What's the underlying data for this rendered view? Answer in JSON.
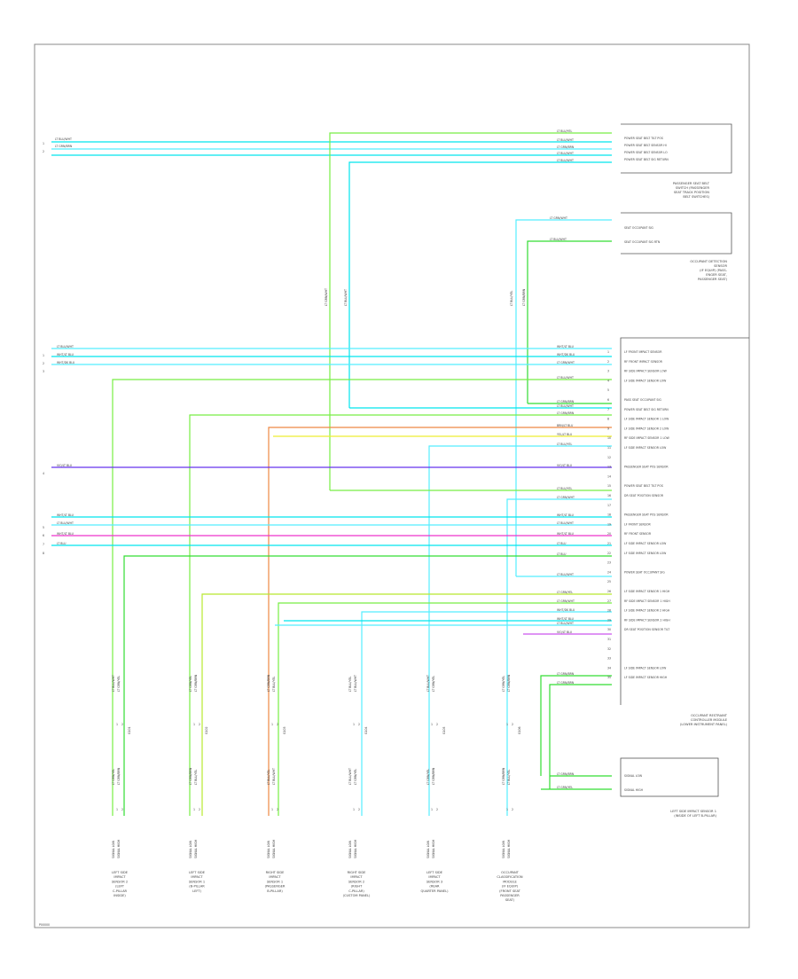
{
  "diagram": {
    "footer_code": "P00000",
    "wire_colors": {
      "cyan": "#00e5ee",
      "lt_cyan": "#55eeff",
      "green": "#33dd33",
      "lt_green": "#77ee44",
      "yellow_green": "#b8e82e",
      "purple": "#6633ee",
      "magenta": "#ee33cc",
      "orange": "#ee8844",
      "yellow": "#eeee33",
      "violet": "#cc55ee",
      "outline": "#555555"
    },
    "right_components": [
      {
        "name": "PASSENGER SEAT BELT\nSWITCH (PASSENGER\nSEAT TRACK POSITION\nBELT SWITCHES)",
        "pins": [
          "POWER SEAT BELT TILT POS",
          "POWER SEAT BELT SENSOR HI",
          "POWER SEAT BELT SENSOR LO",
          "POWER SEAT BELT SIG RETURN"
        ]
      },
      {
        "name": "OCCUPANT DETECTION\nSENSOR\n(IF EQUIP)  (PASS-\nENGER SEAT,\nPASSENGER SEAT)",
        "pins": [
          "SEAT OCCUPANT SIG",
          "SEAT OCCUPANT SIG RTN"
        ]
      },
      {
        "name": "OCCUPANT RESTRAINT\nCONTROLLER MODULE\n(LOWER INSTRUMENT PANEL)",
        "pins": [
          "LF FRONT IMPACT SENSOR",
          "RF FRONT IMPACT SENSOR",
          "RF SIDE IMPACT SENSOR LOW",
          "LF SIDE IMPACT SENSOR LOW",
          "",
          "PASS SEAT OCCUPANT SIG",
          "POWER SEAT BELT SIG RETURN",
          "LF SIDE IMPACT SENSOR 1 LOW",
          "LF SIDE IMPACT SENSOR 2 LOW",
          "RF SIDE IMPACT SENSOR 1 LOW",
          "LF SIDE IMPACT SENSOR LOW",
          "",
          "PASSENGER SEAT POS SENSOR",
          "",
          "POWER SEAT BELT TILT POS",
          "DR SEAT POSITION SENSOR",
          "",
          "PASSENGER SEAT POS SENSOR",
          "LF FRONT SENSOR",
          "RF FRONT SENSOR",
          "LF SIDE IMPACT SENSOR LOW",
          "LF SIDE IMPACT SENSOR LOW",
          "",
          "POWER SEAT OCCUPANT SIG",
          "",
          "LF SIDE IMPACT SENSOR 1 HIGH",
          "RF SIDE IMPACT SENSOR 1 HIGH",
          "LF SIDE IMPACT SENSOR 2 HIGH",
          "RF SIDE IMPACT SENSOR 2 HIGH",
          "DR SEAT POSITION SENSOR TILT",
          "",
          "",
          "",
          "LF SIDE IMPACT SENSOR LOW",
          "LF SIDE IMPACT SENSOR HIGH"
        ]
      },
      {
        "name": "LEFT SIDE IMPACT SENSOR 1\n(INSIDE OF LEFT B-PILLAR)",
        "pins": [
          "SIGNAL LOW",
          "SIGNAL HIGH"
        ]
      }
    ],
    "left_wire_labels": [
      "LT BLU/WHT",
      "LT GRN/BRN",
      "LT BLU/WHT",
      "WHT/LT BLU",
      "WHT/DK BLU",
      "VIO/LT BLU",
      "WHT/LT BLU",
      "LT BLU/WHT",
      "WHT/LT BLU",
      "LT BLU"
    ],
    "right_wire_labels": [
      "LT BLU/YEL",
      "LT BLU/WHT",
      "LT GRN/BRN",
      "LT BLU/WHT",
      "LT BLU/WHT",
      "LT GRN/WHT",
      "LT BLU/WHT",
      "WHT/LT BLU",
      "WHT/DK BLU",
      "LT GRN/WHT",
      "LT BLU/WHT",
      "LT GRN/BRN",
      "LT BLU/WHT",
      "LT GRN/BRN",
      "BRN/LT BLU",
      "YEL/LT BLU",
      "LT BLU/YEL",
      "VIO/LT BLU",
      "LT BLU/YEL",
      "LT GRN/WHT",
      "WHT/LT BLU",
      "LT BLU/WHT",
      "WHT/LT BLU",
      "LT BLU",
      "LT BLU",
      "LT BLU/WHT",
      "LT GRN/YEL",
      "LT GRN/WHT",
      "WHT/DK BLU",
      "WHT/LT BLU",
      "LT BLU/WHT",
      "VIO/LT BLU",
      "LT GRN/BRN",
      "LT GRN/BRN",
      "LT GRN/BRN",
      "LT GRN/YEL"
    ],
    "bottom_sensors": [
      "LEFT SIDE\nIMPACT\nSENSOR 2\n(LEFT\nC-PILLAR\nINSIDE)",
      "LEFT SIDE\nIMPACT\nSENSOR 1\n(B-PILLAR\nLEFT)",
      "RIGHT SIDE\nIMPACT\nSENSOR 1\n(PASSENGER\nB-PILLAR)",
      "RIGHT SIDE\nIMPACT\nSENSOR 2\n(RIGHT\nC-PILLAR)\n(CUSTOM PANEL)",
      "LEFT SIDE\nIMPACT\nSENSOR 3\n(REAR\nQUARTER PANEL)",
      "OCCUPANT\nCLASSIFICATION\nMODULE\n(IF EQUIP)\n(FRONT SEAT\nPASSENGER\nSEAT)"
    ],
    "connector_pin_labels": [
      "SIGNAL LOW",
      "SIGNAL HIGH"
    ],
    "splice_labels": [
      "LT BLU/WHT",
      "LT GRN/YEL",
      "LT GRN/BRN",
      "LT BLU/YEL",
      "G108",
      "G109",
      "G110"
    ]
  }
}
